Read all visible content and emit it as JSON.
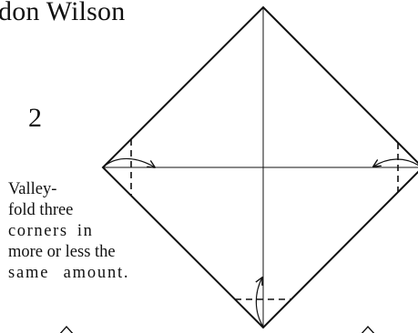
{
  "header": {
    "author_fragment": "don Wilson"
  },
  "step": {
    "number": "2"
  },
  "instructions": {
    "lines": [
      "Valley-",
      "fold three",
      "corners in",
      "more or less the",
      "same amount."
    ]
  },
  "colors": {
    "ink": "#111111",
    "paper": "#ffffff"
  }
}
